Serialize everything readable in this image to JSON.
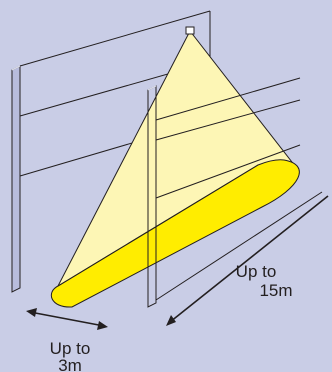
{
  "colors": {
    "background": "#c9cde6",
    "cone_fill": "#fdf6b5",
    "floor_spot": "#ffed00",
    "line": "#231f20",
    "panel_edge": "#e6e8f3"
  },
  "labels": {
    "width": {
      "line1": "Up to",
      "line2": "3m"
    },
    "length": {
      "line1": "Up to",
      "line2": "15m"
    }
  },
  "icons": {
    "sensor": "sensor-icon",
    "arrow": "double-arrow-icon"
  }
}
